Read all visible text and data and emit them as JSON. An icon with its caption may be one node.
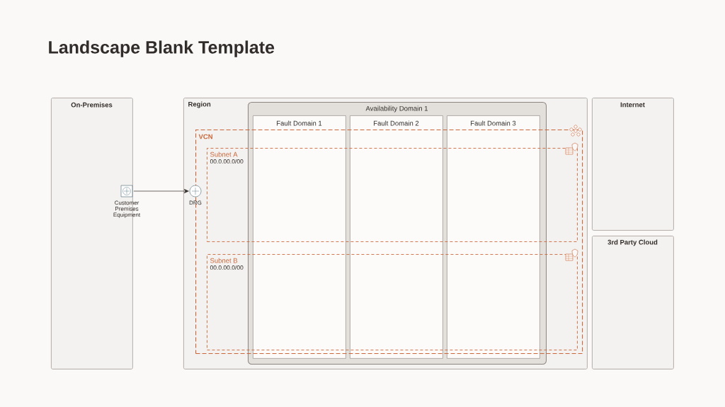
{
  "diagram": {
    "title": "Landscape Blank Template",
    "nodes": [
      {
        "text": [
          "On-Premises"
        ]
      },
      {
        "text": [
          "Customer Premises Equipment"
        ],
        "in": 0
      },
      {
        "text": [
          "Region"
        ]
      },
      {
        "text": [
          "Availability Domain 1"
        ],
        "in": 2
      },
      {
        "text": [
          "Fault Domain 1"
        ],
        "in": 3
      },
      {
        "text": [
          "Fault Domain 2"
        ],
        "in": 3
      },
      {
        "text": [
          "Fault Domain 3"
        ],
        "in": 3
      },
      {
        "text": [
          "VCN"
        ],
        "in": 2
      },
      {
        "text": [
          "Subnet A",
          "00.0.00.0/00"
        ],
        "in": 7
      },
      {
        "text": [
          "Subnet B",
          "00.0.00.0/00"
        ],
        "in": 7
      },
      {
        "text": [
          "DRG"
        ],
        "in": 2
      },
      {
        "text": [
          "Internet"
        ]
      },
      {
        "text": [
          "3rd Party Cloud"
        ]
      }
    ],
    "edges": [
      {
        "from": 1,
        "to": 10,
        "arrow": "to"
      }
    ]
  }
}
